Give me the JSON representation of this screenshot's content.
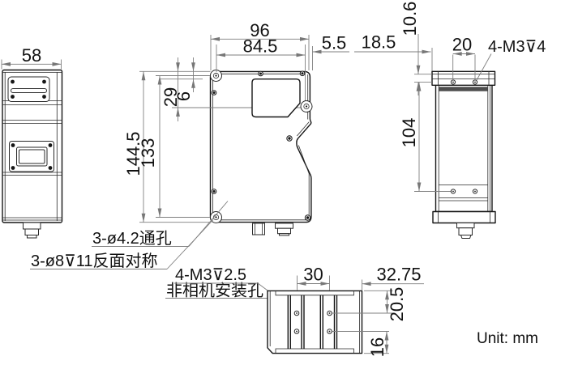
{
  "unit_label": "Unit: mm",
  "dims": {
    "side_width": "58",
    "front_width": "96",
    "front_hole_span_h": "84.5",
    "front_edge_offset": "5.5",
    "front_hole_drop": "29",
    "front_window_drop": "6",
    "front_height": "144.5",
    "front_hole_span_v": "133",
    "back_offset": "18.5",
    "back_plate_offset": "10.6",
    "back_hole_span_h": "20",
    "back_hole_span_v": "104",
    "bottom_hole_span": "30",
    "bottom_edge_offset": "32.75",
    "bottom_hole_offset_top": "20.5",
    "bottom_hole_offset_bottom": "16"
  },
  "labels": {
    "through_holes": "3-ø4.2通孔",
    "counterbore_holes": "3-ø8⊽11反面对称",
    "m3_holes": "4-M3⊽2.5",
    "m3_holes_note": "非相机安装孔",
    "back_m3_holes": "4-M3⊽4"
  }
}
